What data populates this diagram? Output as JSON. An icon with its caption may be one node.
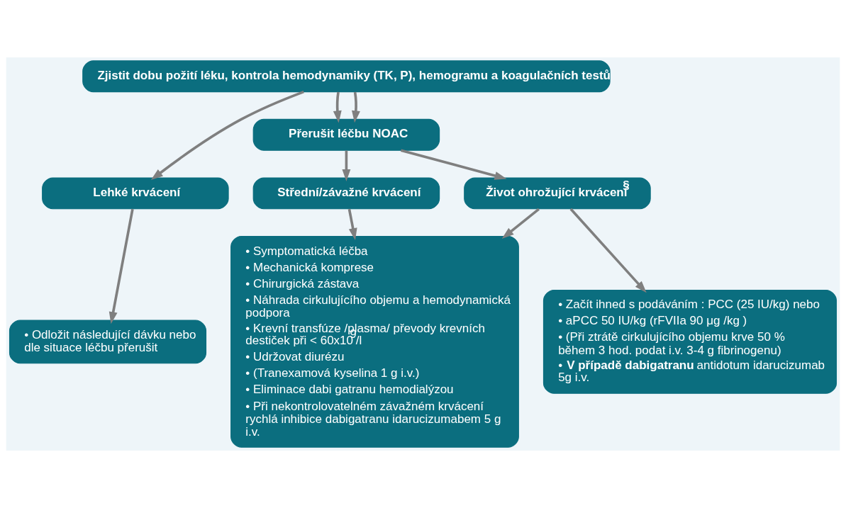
{
  "diagram": {
    "nodes": [
      {
        "text": [
          "Zjistit dobu požití léku, kontrola hemodynamiky (TK, P), hemogramu a koagulačních testů"
        ]
      },
      {
        "text": [
          "Přerušit léčbu NOAC"
        ]
      },
      {
        "text": [
          "Lehké krvácení"
        ]
      },
      {
        "text": [
          "Střední/závažné krvácení"
        ]
      },
      {
        "text": [
          "Život ohrožující krvácení$^{§}$"
        ]
      },
      {
        "text": [
          "• Odložit následující dávku nebo dle situace léčbu přerušit"
        ]
      },
      {
        "text": [
          "• Symptomatická léčba",
          "• Mechanická komprese",
          "• Chirurgická zástava",
          "• Náhrada cirkulujícího objemu a hemodynamická podpora",
          "• Krevní transfúze /plasma/ převody krevních destiček při < 60x10$^{9}$/l",
          "• Udržovat diurézu",
          "• (Tranexamová kyselina 1 g i.v.)",
          "• Eliminace dabi gatranu hemodialýzou",
          "• Při nekontrolovatelném závažném krvácení rychlá inhibice dabigatranu idarucizumabem 5 g i.v."
        ]
      },
      {
        "text": [
          "• Začít ihned s podáváním : PCC (25 IU/kg) nebo",
          "• aPCC 50 IU/kg (rFVIIa 90 μg /kg )",
          "• (Při ztrátě cirkulujícího objemu krve 50 % během 3 hod. podat i.v. 3-4 g fibrinogenu)",
          "• **V případě dabigatranu** antidotum idarucizumab 5g i.v."
        ]
      }
    ],
    "edges": [
      {
        "from": 0,
        "to": 2,
        "arrow": "to"
      },
      {
        "from": 0,
        "to": 1,
        "arrow": "to"
      },
      {
        "from": 0,
        "to": 1,
        "arrow": "to"
      },
      {
        "from": 1,
        "to": 3,
        "arrow": "to"
      },
      {
        "from": 1,
        "to": 4,
        "arrow": "to"
      },
      {
        "from": 2,
        "to": 5,
        "arrow": "to"
      },
      {
        "from": 3,
        "to": 6,
        "arrow": "to"
      },
      {
        "from": 4,
        "to": 6,
        "arrow": "to"
      },
      {
        "from": 4,
        "to": 7,
        "arrow": "to"
      }
    ]
  }
}
